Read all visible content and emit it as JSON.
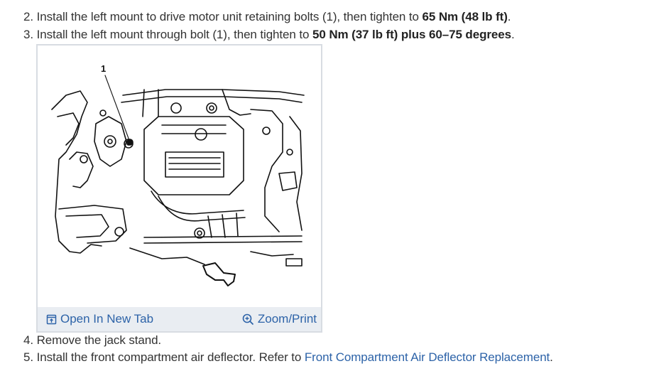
{
  "steps": [
    {
      "prefix": "2. Install the left mount to drive motor unit retaining bolts (1), then tighten to ",
      "bold": "65 Nm (48 lb ft)",
      "suffix": "."
    },
    {
      "prefix": "3. Install the left mount through bolt (1), then tighten to ",
      "bold": "50 Nm (37 lb ft) plus 60–75 degrees",
      "suffix": "."
    },
    {
      "text": "4. Remove the jack stand."
    },
    {
      "prefix": "5. Install the front compartment air deflector. Refer to ",
      "link": "Front Compartment Air Deflector Replacement",
      "suffix": "."
    }
  ],
  "figure": {
    "callout": "1",
    "open_tab_label": "Open In New Tab",
    "zoom_label": "Zoom/Print"
  },
  "colors": {
    "link": "#2d63a8",
    "text": "#333333",
    "figure_bar": "#e9edf2",
    "figure_border": "#d8dce2"
  },
  "icons": [
    "open-in-new-tab-icon",
    "zoom-in-icon",
    "direction-arrow-icon"
  ]
}
